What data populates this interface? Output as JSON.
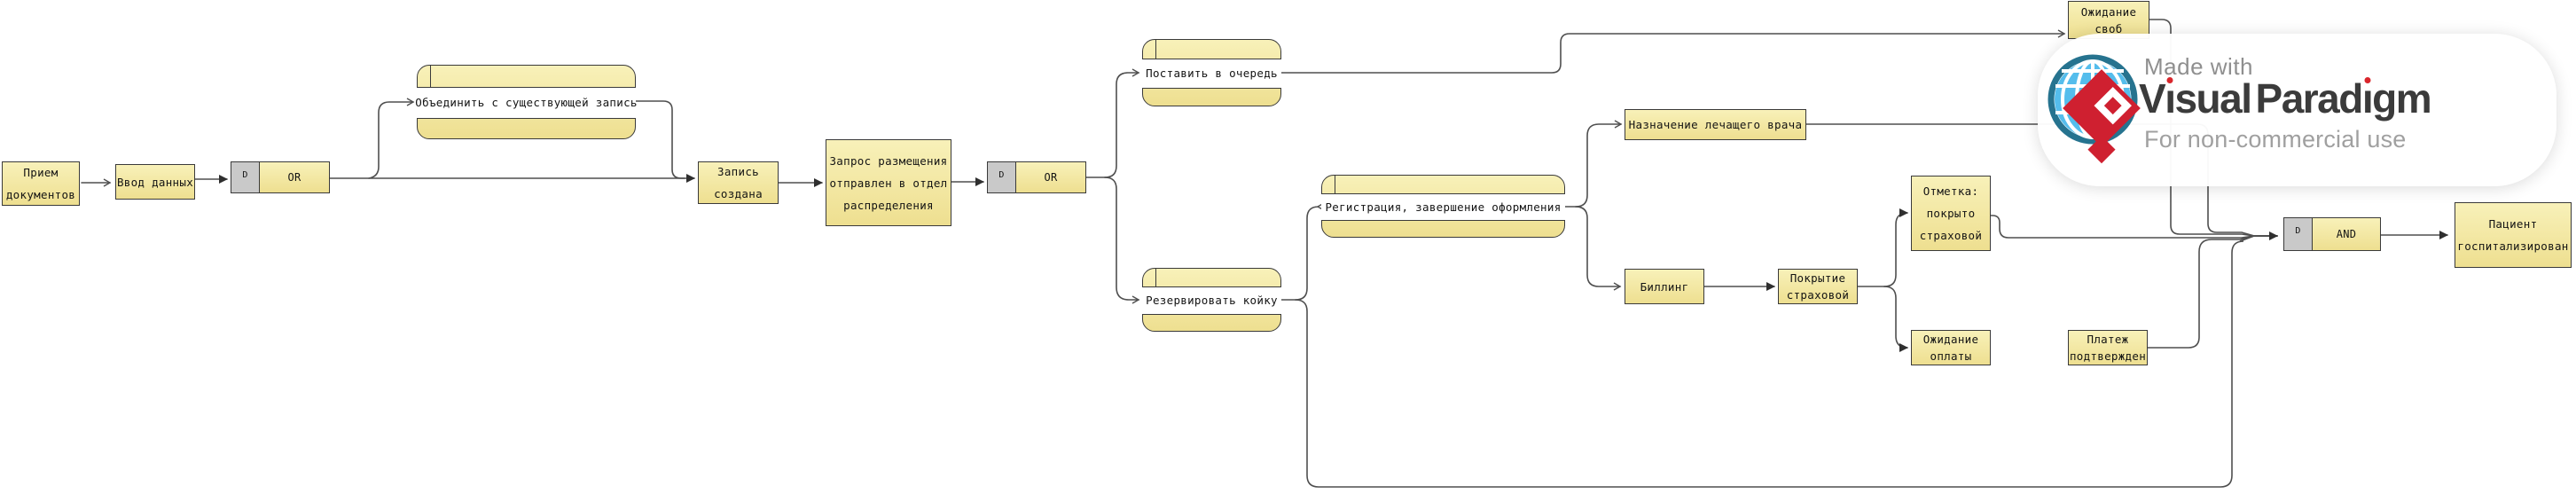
{
  "diagram": {
    "nodes": {
      "priem": "Прием\nдокументов",
      "vvod": "Ввод данных",
      "obedinit": "Объединить с существующей запись",
      "zapis": "Запись\nсоздана",
      "zapros": "Запрос размещения\nотправлен в отдел\nраспределения",
      "postavit": "Поставить в очередь",
      "rezervirovat": "Резервировать койку",
      "registracia": "Регистрация, завершение оформления",
      "naznachenie": "Назначение лечащего врача",
      "billing": "Биллинг",
      "pokrytie": "Покрытие\nстраховой",
      "otmetka": "Отметка:\nпокрыто\nстраховой",
      "ozhidanie_oplaty": "Ожидание\nоплаты",
      "platezh": "Платеж\nподтвержден",
      "ozhidanie_svob": "Ожидание\nсвоб",
      "pacient": "Пациент\nгоспитализирован"
    },
    "gateways": {
      "or1": {
        "d": "D",
        "type": "OR"
      },
      "or2": {
        "d": "D",
        "type": "OR"
      },
      "and1": {
        "d": "D",
        "type": "AND"
      }
    },
    "colors": {
      "node_fill": "#f3e9a2",
      "node_border": "#3a3a3a",
      "gateway_gray": "#c9c9c9",
      "connector": "#4f4f4f"
    }
  },
  "watermark": {
    "made_with": "Made with",
    "brand_visual": "Visual",
    "brand_paradigm": "Paradigm",
    "license": "For non-commercial use",
    "brand_red": "#d9262c",
    "globe_blue": "#55bdec"
  }
}
